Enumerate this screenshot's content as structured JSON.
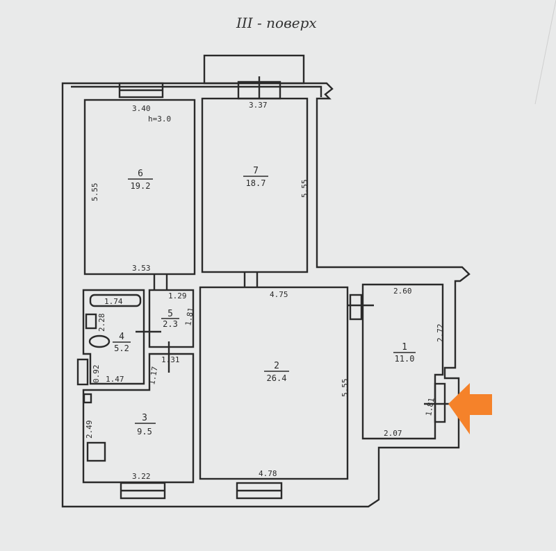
{
  "title": "III - поверх",
  "ceiling_height": "h=3.0",
  "accent_color": "#f5822a",
  "rooms": [
    {
      "number": "1",
      "area": "11.0"
    },
    {
      "number": "2",
      "area": "26.4"
    },
    {
      "number": "3",
      "area": "9.5"
    },
    {
      "number": "4",
      "area": "5.2"
    },
    {
      "number": "5",
      "area": "2.3"
    },
    {
      "number": "6",
      "area": "19.2"
    },
    {
      "number": "7",
      "area": "18.7"
    }
  ],
  "dimensions": {
    "room6_top": "3.40",
    "room6_side": "5.55",
    "room6_bottom": "3.53",
    "room7_top": "3.37",
    "room7_side": "5.55",
    "room2_top": "4.75",
    "room2_side": "5.55",
    "room2_bottom": "4.78",
    "room1_top": "2.60",
    "room1_side": "2.72",
    "room1_door": "1.81",
    "room1_bottom": "2.07",
    "room5_top": "1.29",
    "room5_side": "1.81",
    "room5_bottom": "1.31",
    "room4_bath": "1.74",
    "room4_side": "2.28",
    "room4_low_side": "0.92",
    "room4_bottom": "1.47",
    "corridor_side": "1.17",
    "room3_side": "2.49",
    "room3_bottom": "3.22"
  }
}
